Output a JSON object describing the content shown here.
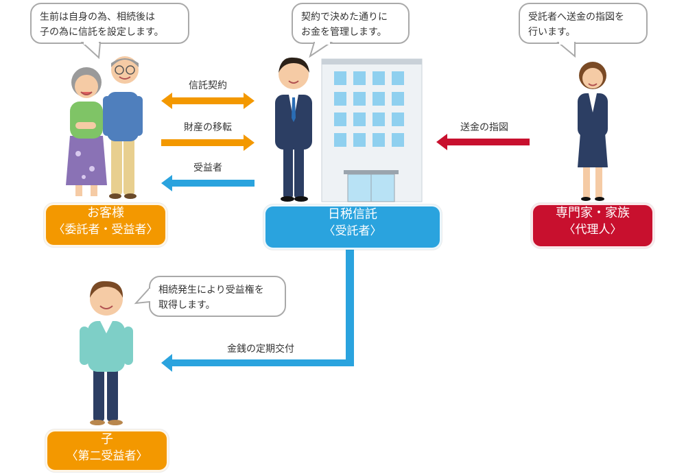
{
  "bubbles": {
    "customer": [
      "生前は自身の為、相続後は",
      "子の為に信託を設定します。"
    ],
    "trustee": [
      "契約で決めた通りに",
      "お金を管理します。"
    ],
    "agent": [
      "受託者へ送金の指図を",
      "行います。"
    ],
    "child": [
      "相続発生により受益権を",
      "取得します。"
    ]
  },
  "arrows": {
    "trust_contract": "信託契約",
    "asset_transfer": "財産の移転",
    "beneficiary": "受益者",
    "remittance_instruction": "送金の指図",
    "periodic_payment": "金銭の定期交付"
  },
  "badges": {
    "customer": {
      "line1": "お客様",
      "line2": "〈委託者・受益者〉"
    },
    "trustee": {
      "line1": "日税信託",
      "line2": "〈受託者〉"
    },
    "agent": {
      "line1": "専門家・家族",
      "line2": "〈代理人〉"
    },
    "child": {
      "line1": "子",
      "line2": "〈第二受益者〉"
    }
  },
  "colors": {
    "orange": "#f39800",
    "blue": "#2aa3de",
    "red": "#c8102e"
  }
}
